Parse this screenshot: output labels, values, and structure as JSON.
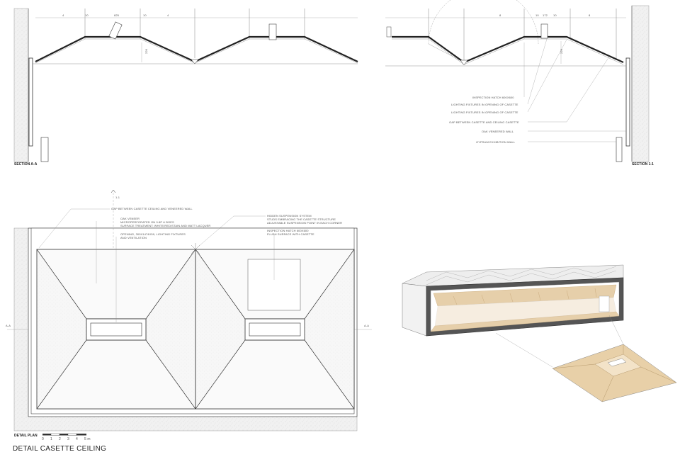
{
  "drawing_title": "DETAIL CASETTE CEILING",
  "views": {
    "section_aa": "SECTION A-A",
    "section_11": "SECTION 1-1",
    "detail_plan": "DETAIL PLAN"
  },
  "section_11_notes": [
    "INSPECTION HATCH 600X600",
    "LIGHTING FIXTURES IN OPENING OF CASETTE",
    "LIGHTING FIXTURES IN OPENING OF CASETTE",
    "GAP BETWEEN CASETTE AND CEILING CASETTE",
    "OAK VENEERED WALL",
    "GYPSUM EXHIBITION WALL"
  ],
  "plan_notes": {
    "gap": "GAP BETWEEN CASETTE CEILING AND VENEERED WALL",
    "oak_veneer": "OAK VENEER",
    "oak_veneer_detail1": "MICROPERFORATED ON 0.8P & BOES",
    "oak_veneer_detail2": "SURFACE TREATMENT: WHITE/RED/STAIN AND MATT LACQUER",
    "opening1": "OPENING, 300X1474X59, LIGHTING FIXTURES",
    "opening2": "AND VENTILATION",
    "suspension1": "HIDDEN SUSPENSION SYSTEM",
    "suspension2": "STUDS EMBRACING THE CASETTE STRUCTURE",
    "suspension3": "ADJUSTABLE SUSPENSION POINT IN EACH CORNER",
    "hatch1": "INSPECTION HATCH 600X600",
    "hatch2": "FLUSH SURFACE WITH CASETTE"
  },
  "section_marks": {
    "aa_left": "A-A",
    "aa_right": "A-A",
    "s11": "1-1"
  },
  "dimensions": {
    "section_aa": [
      "4",
      "10",
      "825",
      "10",
      "4"
    ],
    "section_aa_height": "226",
    "section_11": [
      "8",
      "10",
      "172",
      "10",
      "8"
    ],
    "section_11_height": "226"
  },
  "scale_bar": [
    "0",
    "1",
    "2",
    "3",
    "4",
    "5 m"
  ],
  "colors": {
    "line": "#333333",
    "wall_fill": "#efefef",
    "casette_fill": "#f3f3f3",
    "wood": "#e6cfaa",
    "wood_dark": "#c9a97a"
  }
}
